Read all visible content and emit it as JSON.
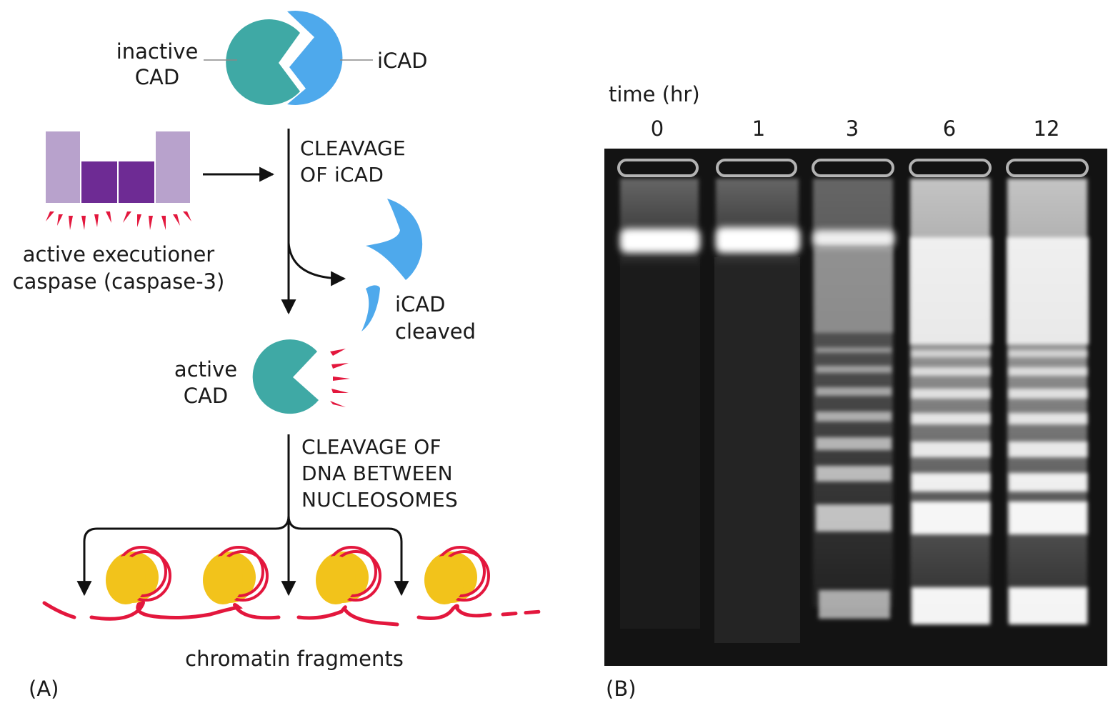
{
  "panel_a": {
    "panel_label": "(A)",
    "inactive_cad_label": [
      "inactive",
      "CAD"
    ],
    "icad_label": "iCAD",
    "caspase_label": [
      "active executioner",
      "caspase (caspase-3)"
    ],
    "step1_caption": [
      "CLEAVAGE",
      "OF iCAD"
    ],
    "icad_cleaved_label": [
      "iCAD",
      "cleaved"
    ],
    "active_cad_label": [
      "active",
      "CAD"
    ],
    "step2_caption": [
      "CLEAVAGE OF",
      "DNA BETWEEN",
      "NUCLEOSOMES"
    ],
    "fragments_label": "chromatin fragments"
  },
  "panel_b": {
    "panel_label": "(B)",
    "axis_title": "time (hr)",
    "lanes": [
      "0",
      "1",
      "3",
      "6",
      "12"
    ]
  },
  "colors": {
    "cad": "#3fa9a5",
    "icad": "#4ea9ec",
    "caspase_light": "#b8a2cc",
    "caspase_dark": "#6e2b94",
    "red": "#e3173d",
    "nucleosome": "#f2c31b",
    "gel_bg": "#131313"
  }
}
